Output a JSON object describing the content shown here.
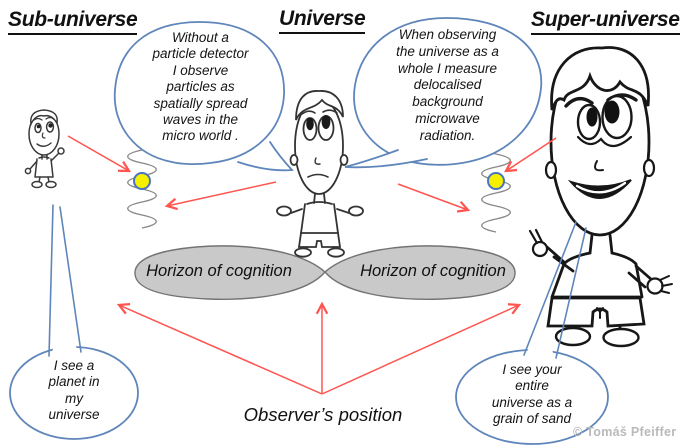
{
  "titles": {
    "sub_universe": "Sub-universe",
    "universe": "Universe",
    "super_universe": "Super-universe"
  },
  "speech_bubbles": {
    "micro_observation": "Without a\nparticle detector\nI observe\nparticles as\nspatially spread\nwaves in the\nmicro world .",
    "macro_observation": "When observing\nthe universe as a\nwhole I measure\ndelocalised\nbackground\nmicrowave\nradiation.",
    "sub_observer": "I see a\nplanet in\nmy\nuniverse",
    "super_observer": "I see your\nentire\nuniverse as a\ngrain of sand"
  },
  "labels": {
    "horizon_left": "Horizon of cognition",
    "horizon_right": "Horizon of cognition",
    "observer_position": "Observer’s position",
    "copyright": "© Tomáš Pfeiffer"
  },
  "colors": {
    "bubble_outline": "#5f86ba",
    "arrow_red": "#ff5550",
    "horizon_fill": "#c9c9c9",
    "horizon_outline": "#737373",
    "particle_yellow": "#f5ef00",
    "particle_outline": "#4a74c0",
    "wave_gray": "#8a8a8a",
    "ink": "#2a2a2a",
    "copyright_gray": "#b9b9bb"
  }
}
